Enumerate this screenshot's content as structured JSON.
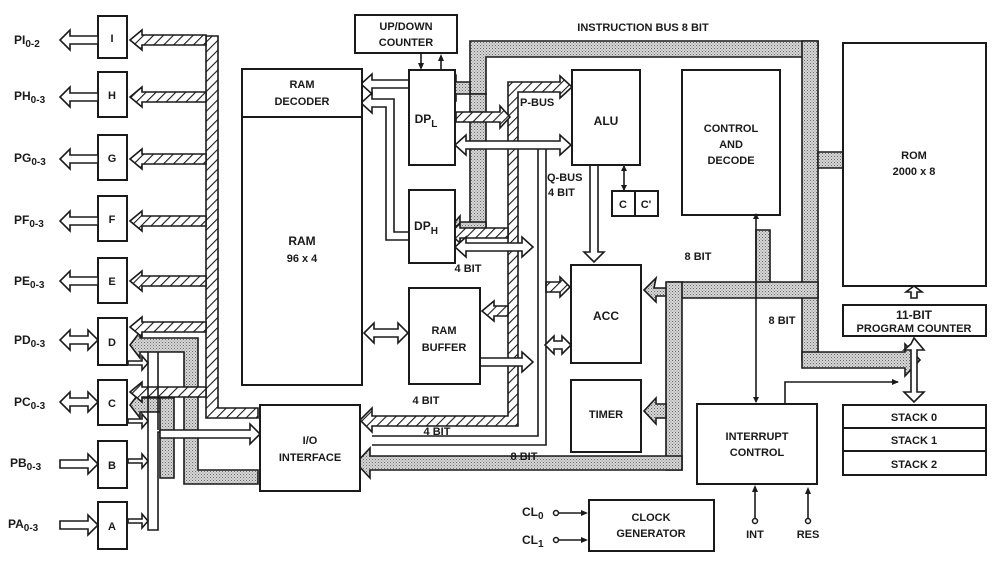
{
  "title": "4-bit microcontroller block diagram",
  "colors": {
    "ink": "#1a1a1a",
    "paper": "#ffffff",
    "dotted_bus": "#bdbdbd"
  },
  "ports": [
    {
      "name": "I",
      "pin_label": "PI",
      "pin_range": "0-2",
      "direction": "output"
    },
    {
      "name": "H",
      "pin_label": "PH",
      "pin_range": "0-3",
      "direction": "output"
    },
    {
      "name": "G",
      "pin_label": "PG",
      "pin_range": "0-3",
      "direction": "output"
    },
    {
      "name": "F",
      "pin_label": "PF",
      "pin_range": "0-3",
      "direction": "output"
    },
    {
      "name": "E",
      "pin_label": "PE",
      "pin_range": "0-3",
      "direction": "output"
    },
    {
      "name": "D",
      "pin_label": "PD",
      "pin_range": "0-3",
      "direction": "bidirectional"
    },
    {
      "name": "C",
      "pin_label": "PC",
      "pin_range": "0-3",
      "direction": "bidirectional"
    },
    {
      "name": "B",
      "pin_label": "PB",
      "pin_range": "0-3",
      "direction": "input"
    },
    {
      "name": "A",
      "pin_label": "PA",
      "pin_range": "0-3",
      "direction": "input"
    }
  ],
  "blocks": {
    "up_down_counter": [
      "UP/DOWN",
      "COUNTER"
    ],
    "ram_decoder": [
      "RAM",
      "DECODER"
    ],
    "ram": [
      "RAM",
      "96 x 4"
    ],
    "dpl": {
      "main": "DP",
      "sub": "L"
    },
    "dph": {
      "main": "DP",
      "sub": "H"
    },
    "ram_buffer": [
      "RAM",
      "BUFFER"
    ],
    "io_interface": [
      "I/O",
      "INTERFACE"
    ],
    "alu": "ALU",
    "carry": "C",
    "carry_prime": "C'",
    "acc": "ACC",
    "timer": "TIMER",
    "control_decode": [
      "CONTROL",
      "AND",
      "DECODE"
    ],
    "interrupt_control": [
      "INTERRUPT",
      "CONTROL"
    ],
    "rom": [
      "ROM",
      "2000 x 8"
    ],
    "program_counter": [
      "11-BIT",
      "PROGRAM COUNTER"
    ],
    "stack": [
      "STACK 0",
      "STACK 1",
      "STACK 2"
    ],
    "clock_generator": [
      "CLOCK",
      "GENERATOR"
    ]
  },
  "bus_labels": {
    "instruction_bus": "INSTRUCTION BUS 8 BIT",
    "p_bus": "P-BUS",
    "q_bus": "Q-BUS",
    "q_bus_width": "4 BIT",
    "dph_width": "4 BIT",
    "ram_buffer_to_io": "4 BIT",
    "q_to_io": "4 BIT",
    "instr_to_io": "8 BIT",
    "acc_bus": "8 BIT",
    "pc_bus": "8 BIT"
  },
  "signals": {
    "cl0": {
      "main": "CL",
      "sub": "0"
    },
    "cl1": {
      "main": "CL",
      "sub": "1"
    },
    "int": "INT",
    "res": "RES"
  }
}
